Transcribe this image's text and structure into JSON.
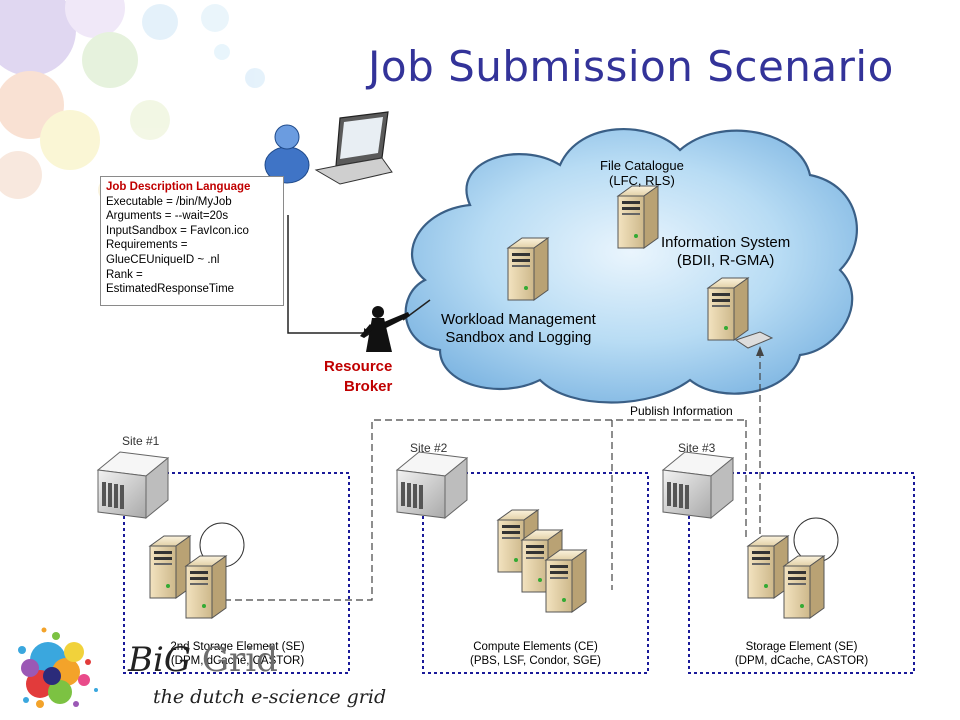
{
  "title": "Job Submission Scenario",
  "jdl": {
    "heading": "Job Description Language",
    "lines": [
      "Executable = /bin/MyJob",
      "Arguments = --wait=20s",
      "InputSandbox = FavIcon.ico",
      "Requirements =",
      "GlueCEUniqueID ~ .nl",
      "Rank =",
      "EstimatedResponseTime"
    ]
  },
  "resource_broker": {
    "line1": "Resource",
    "line2": "Broker"
  },
  "cloud": {
    "file_catalogue": {
      "line1": "File Catalogue",
      "line2": "(LFC, RLS)"
    },
    "information_system": {
      "line1": "Information System",
      "line2": "(BDII, R-GMA)"
    },
    "workload_management": {
      "line1": "Workload Management",
      "line2": "Sandbox and Logging"
    }
  },
  "publish_information": "Publish Information",
  "sites": [
    {
      "label": "Site #1",
      "caption_line1": "2nd Storage Element (SE)",
      "caption_line2": "(DPM, dCache, CASTOR)"
    },
    {
      "label": "Site #2",
      "caption_line1": "Compute Elements (CE)",
      "caption_line2": "(PBS, LSF, Condor, SGE)"
    },
    {
      "label": "Site #3",
      "caption_line1": "Storage Element (SE)",
      "caption_line2": "(DPM, dCache, CASTOR)"
    }
  ],
  "logo": {
    "name_big": "BiG",
    "name_grid": "Grid",
    "tagline": "the dutch e-science grid"
  },
  "colors": {
    "title": "#333399",
    "accent_red": "#c00000",
    "site_border": "#1a1a99",
    "cloud_fill": "#9ecbec"
  }
}
